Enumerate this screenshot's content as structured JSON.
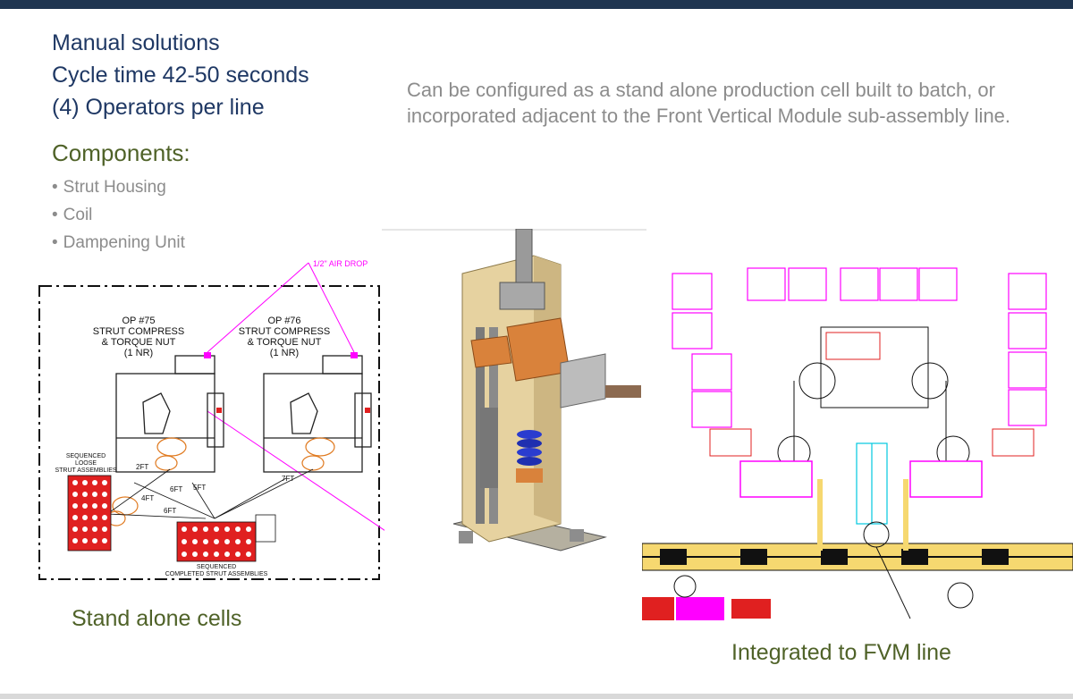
{
  "header": {
    "line1": "Manual solutions",
    "line2": "Cycle time 42-50 seconds",
    "line3": "(4) Operators per line"
  },
  "description": "Can be configured as a stand alone production cell built to batch, or incorporated adjacent to the Front Vertical Module sub-assembly line.",
  "components": {
    "title": "Components:",
    "items": [
      "Strut Housing",
      "Coil",
      "Dampening Unit"
    ]
  },
  "layout_drawing": {
    "air_drop": "1/2\" AIR DROP",
    "op75": {
      "l1": "OP #75",
      "l2": "STRUT COMPRESS",
      "l3": "& TORQUE NUT",
      "l4": "(1 NR)"
    },
    "op76": {
      "l1": "OP #76",
      "l2": "STRUT COMPRESS",
      "l3": "& TORQUE NUT",
      "l4": "(1 NR)"
    },
    "loose": {
      "l1": "SEQUENCED",
      "l2": "LOOSE",
      "l3": "STRUT ASSEMBLIES"
    },
    "completed": {
      "l1": "SEQUENCED",
      "l2": "COMPLETED STRUT ASSEMBLIES"
    },
    "dims": [
      "2FT",
      "4FT",
      "6FT",
      "6FT",
      "5FT",
      "7FT"
    ]
  },
  "captions": {
    "left": "Stand alone cells",
    "right": "Integrated to FVM line"
  },
  "colors": {
    "title_blue": "#1f3864",
    "green": "#4f6228",
    "magenta": "#ff00ff",
    "red": "#e02020"
  }
}
